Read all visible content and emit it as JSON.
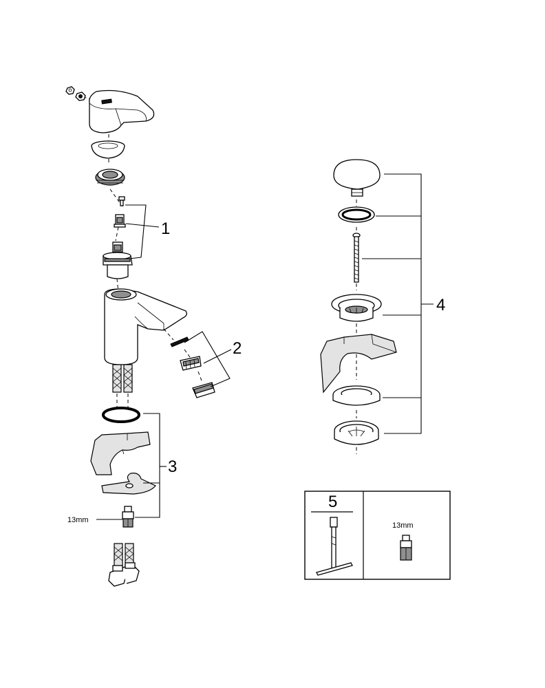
{
  "callouts": {
    "c1": "1",
    "c2": "2",
    "c3": "3",
    "c4": "4",
    "c5": "5"
  },
  "labels": {
    "wrench_size_left": "13mm",
    "wrench_size_box": "13mm"
  }
}
